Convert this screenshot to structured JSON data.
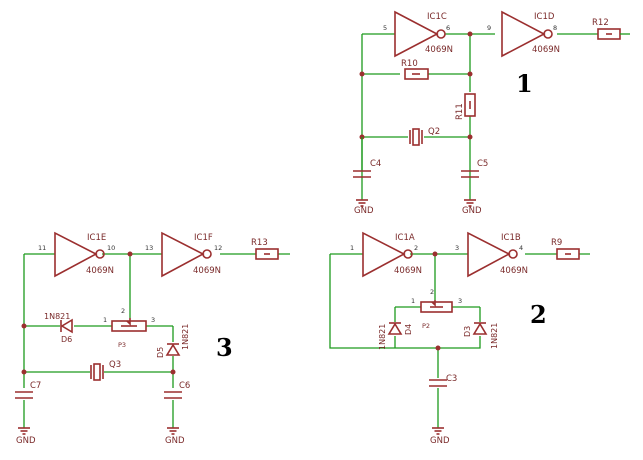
{
  "circuit1": {
    "number": "1",
    "gate_c": {
      "name": "IC1C",
      "part": "4069N",
      "pin_in": "5",
      "pin_out": "6"
    },
    "gate_d": {
      "name": "IC1D",
      "part": "4069N",
      "pin_in": "9",
      "pin_out": "8"
    },
    "r10": "R10",
    "r11": "R11",
    "r12": "R12",
    "q2": "Q2",
    "c4": "C4",
    "c5": "C5",
    "gnd_left": "GND",
    "gnd_right": "GND"
  },
  "circuit2": {
    "number": "2",
    "gate_a": {
      "name": "IC1A",
      "part": "4069N",
      "pin_in": "1",
      "pin_out": "2"
    },
    "gate_b": {
      "name": "IC1B",
      "part": "4069N",
      "pin_in": "3",
      "pin_out": "4"
    },
    "r9": "R9",
    "pot": {
      "name": "P2",
      "pin1": "1",
      "pin2": "2",
      "pin3": "3"
    },
    "d4": "D4",
    "d4_part": "1N821",
    "d3": "D3",
    "d3_part": "1N821",
    "c3": "C3",
    "gnd": "GND"
  },
  "circuit3": {
    "number": "3",
    "gate_e": {
      "name": "IC1E",
      "part": "4069N",
      "pin_in": "11",
      "pin_out": "10"
    },
    "gate_f": {
      "name": "IC1F",
      "part": "4069N",
      "pin_in": "13",
      "pin_out": "12"
    },
    "r13": "R13",
    "pot": {
      "name": "P3",
      "pin1": "1",
      "pin2": "2",
      "pin3": "3"
    },
    "d6": "D6",
    "d6_part": "1N821",
    "d5": "D5",
    "d5_part": "1N821",
    "q3": "Q3",
    "c7": "C7",
    "c6": "C6",
    "gnd_left": "GND",
    "gnd_right": "GND"
  },
  "colors": {
    "wire": "#1d9a1d",
    "component": "#9b2f2f",
    "text": "#7a2a2a"
  }
}
